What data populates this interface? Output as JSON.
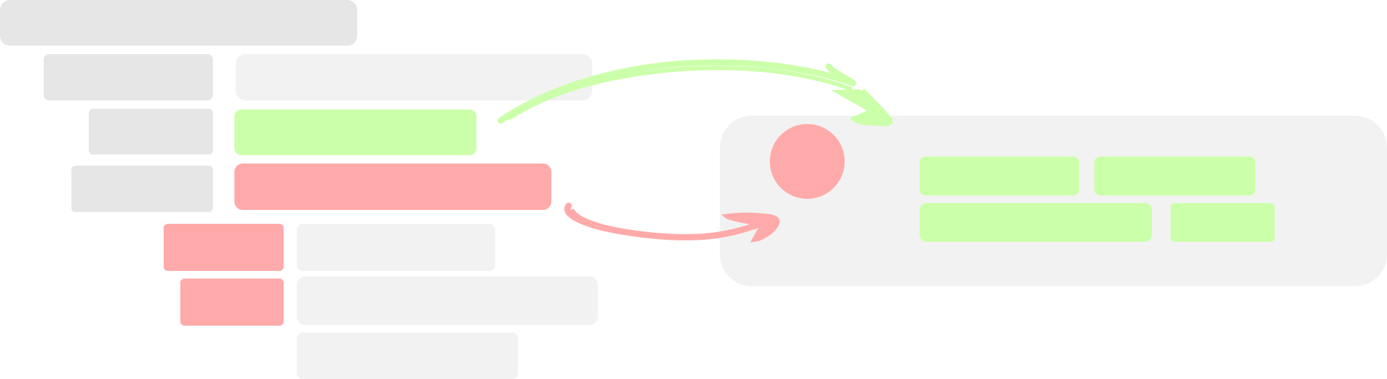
{
  "colors": {
    "gray_dark": "#e6e6e6",
    "gray_light": "#f2f2f2",
    "green": "#ccffaa",
    "red": "#ffaaaa",
    "card": "#f2f2f2",
    "white": "#ffffff"
  },
  "left_blocks": [
    {
      "id": "row1-a",
      "color": "gray_dark"
    },
    {
      "id": "row2-a",
      "color": "gray_dark"
    },
    {
      "id": "row2-b",
      "color": "gray_light"
    },
    {
      "id": "row3-a",
      "color": "gray_dark"
    },
    {
      "id": "row3-b",
      "color": "green"
    },
    {
      "id": "row4-a",
      "color": "gray_dark"
    },
    {
      "id": "row4-b",
      "color": "red"
    },
    {
      "id": "row5-a",
      "color": "red"
    },
    {
      "id": "row5-b",
      "color": "gray_light"
    },
    {
      "id": "row6-a",
      "color": "red"
    },
    {
      "id": "row6-b",
      "color": "gray_light"
    },
    {
      "id": "row7-b",
      "color": "gray_light"
    }
  ],
  "card": {
    "circle_color": "red",
    "bars": [
      {
        "id": "bar-1",
        "color": "green"
      },
      {
        "id": "bar-2",
        "color": "green"
      },
      {
        "id": "bar-3",
        "color": "green"
      },
      {
        "id": "bar-4",
        "color": "green"
      }
    ]
  },
  "arrows": [
    {
      "id": "green-arrow",
      "color": "green",
      "from": "row3-b",
      "to": "card"
    },
    {
      "id": "red-arrow",
      "color": "red",
      "from": "row4-b",
      "to": "card"
    }
  ]
}
